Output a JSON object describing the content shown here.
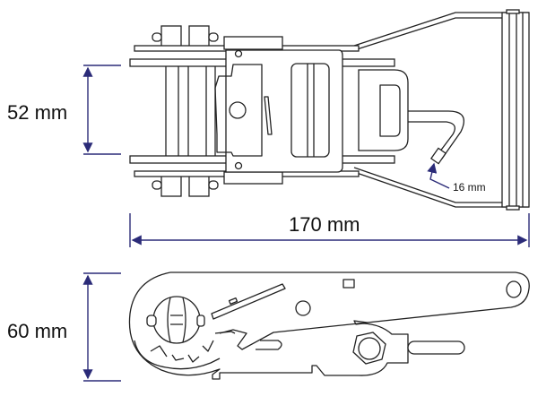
{
  "dimensions": {
    "width_label": "52 mm",
    "length_label": "170 mm",
    "height_label": "60 mm",
    "hook_label": "16 mm"
  },
  "colors": {
    "dimension_line": "#2b2b78",
    "drawing_line": "#222222"
  }
}
